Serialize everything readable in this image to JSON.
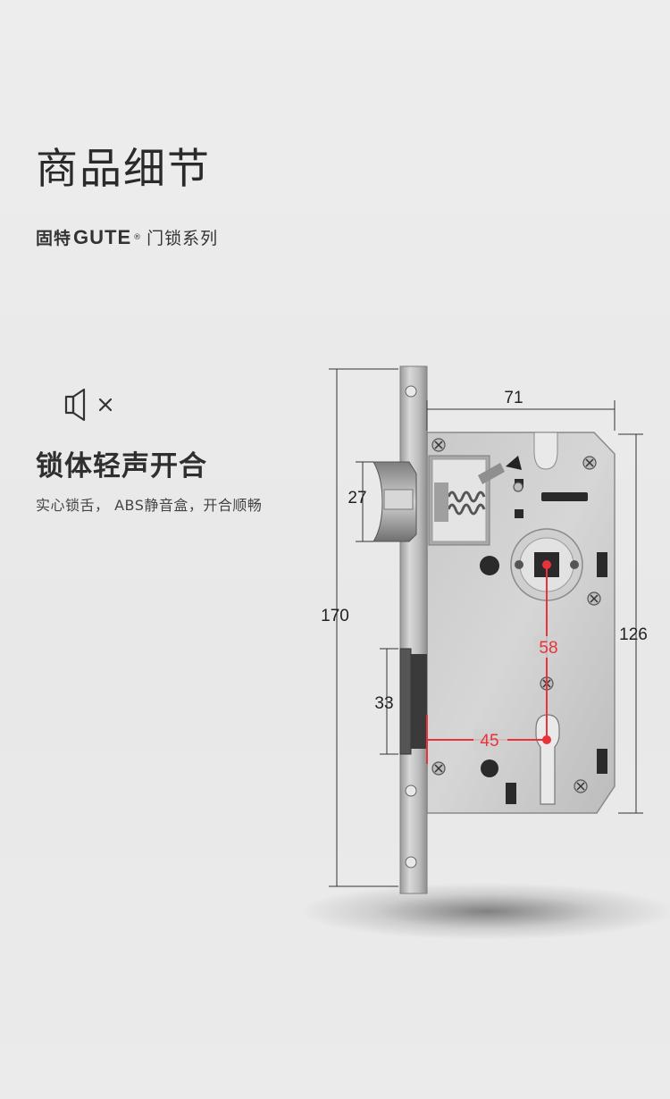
{
  "header": {
    "title": "商品细节",
    "brand_prefix": "固特",
    "brand_logo": "GUTE",
    "brand_reg": "®",
    "brand_suffix": "门锁系列"
  },
  "feature": {
    "icon": "speaker-mute-icon",
    "title": "锁体轻声开合",
    "description": "实心锁舌， ABS静音盒，开合顺畅"
  },
  "dimensions": {
    "width_top": "71",
    "latch_height": "27",
    "total_height": "170",
    "bolt_height": "33",
    "body_height": "126",
    "center_distance": "58",
    "backset": "45"
  },
  "colors": {
    "accent_red": "#e8333a",
    "steel": "#c4c4c4",
    "dim_line": "#333333"
  }
}
